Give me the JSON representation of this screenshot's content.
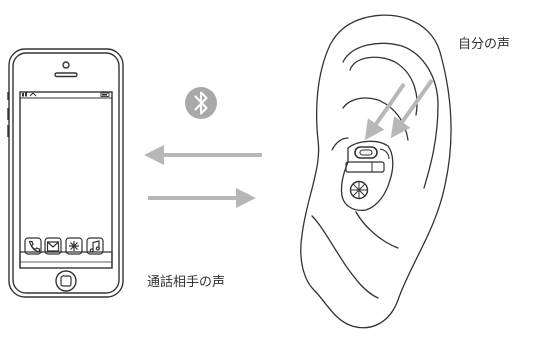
{
  "labels": {
    "own_voice": "自分の声",
    "caller_voice": "通話相手の声"
  },
  "colors": {
    "line": "#333333",
    "arrow": "#b7b7b7",
    "bluetooth_badge": "#a9a9a9"
  },
  "icons": [
    "smartphone-icon",
    "bluetooth-icon",
    "phone-icon",
    "mail-icon",
    "compass-icon",
    "music-icon",
    "earbud-icon",
    "ear-outline"
  ]
}
